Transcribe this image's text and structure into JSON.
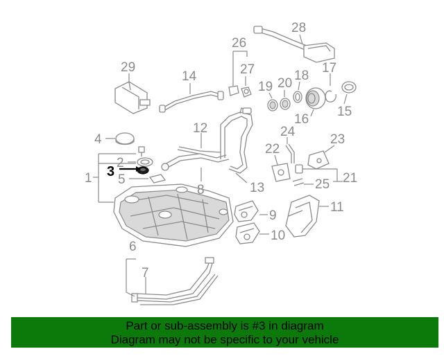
{
  "callouts": {
    "c1": "1",
    "c2": "2",
    "c3": "3",
    "c4": "4",
    "c5": "5",
    "c6": "6",
    "c7": "7",
    "c8": "8",
    "c9": "9",
    "c10": "10",
    "c11": "11",
    "c12": "12",
    "c13": "13",
    "c14": "14",
    "c15": "15",
    "c16": "16",
    "c17": "17",
    "c18": "18",
    "c19": "19",
    "c20": "20",
    "c21": "21",
    "c22": "22",
    "c23": "23",
    "c24": "24",
    "c25": "25",
    "c26": "26",
    "c27": "27",
    "c28": "28",
    "c29": "29"
  },
  "highlight_color": "#000000",
  "callout_color": "#8a8a8a",
  "banner": {
    "line1": "Part or sub-assembly is #3 in diagram",
    "line2": "Diagram may not be specific to your vehicle",
    "background": "#0b7a0b"
  }
}
